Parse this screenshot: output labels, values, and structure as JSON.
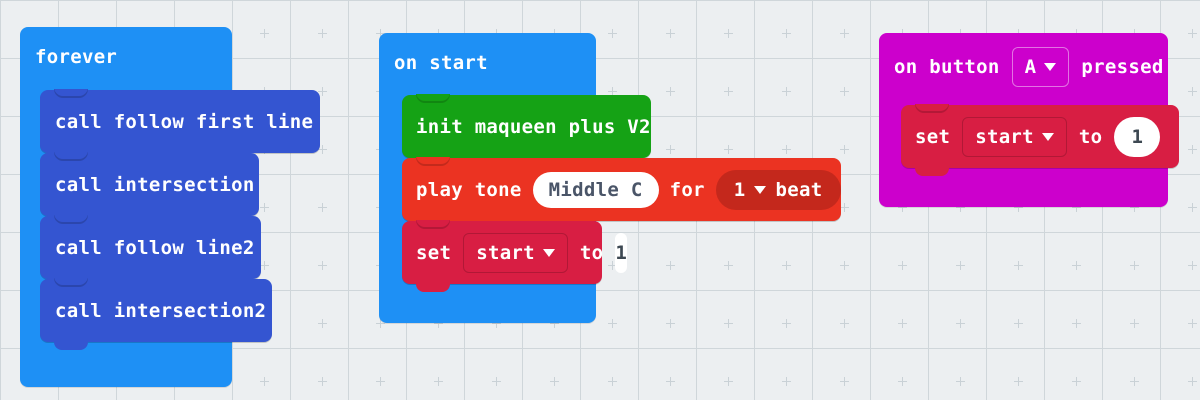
{
  "workspace": {
    "background_color": "#eceff1",
    "grid_marker": "plus-marker",
    "grid_spacing": 58
  },
  "stacks": [
    {
      "id": "forever",
      "hat_label": "forever",
      "color": "#1e90f5",
      "children_color": "#3455d1",
      "children": [
        {
          "label": "call follow first line"
        },
        {
          "label": "call intersection"
        },
        {
          "label": "call follow line2"
        },
        {
          "label": "call intersection2"
        }
      ]
    },
    {
      "id": "on-start",
      "hat_label": "on start",
      "color": "#1e90f5",
      "children": [
        {
          "label": "init maqueen plus V2",
          "color": "#15a215"
        },
        {
          "label_parts": {
            "lead": "play tone",
            "mid": "for"
          },
          "color": "#eb3322",
          "tone_value": "Middle C",
          "beat_value": "1",
          "beat_unit": "beat",
          "dropdown_icon": "chevron-down-icon"
        },
        {
          "label_parts": {
            "lead": "set",
            "mid": "to"
          },
          "color": "#d81e43",
          "variable_value": "start",
          "assign_value": "1",
          "dropdown_icon": "chevron-down-icon"
        }
      ]
    },
    {
      "id": "on-button-pressed",
      "hat_parts": {
        "lead": "on button",
        "trail": "pressed"
      },
      "hat_button_value": "A",
      "hat_dropdown_icon": "chevron-down-icon",
      "color": "#cc00cc",
      "children": [
        {
          "label_parts": {
            "lead": "set",
            "mid": "to"
          },
          "color": "#d81e43",
          "variable_value": "start",
          "assign_value": "1",
          "dropdown_icon": "chevron-down-icon"
        }
      ]
    }
  ]
}
